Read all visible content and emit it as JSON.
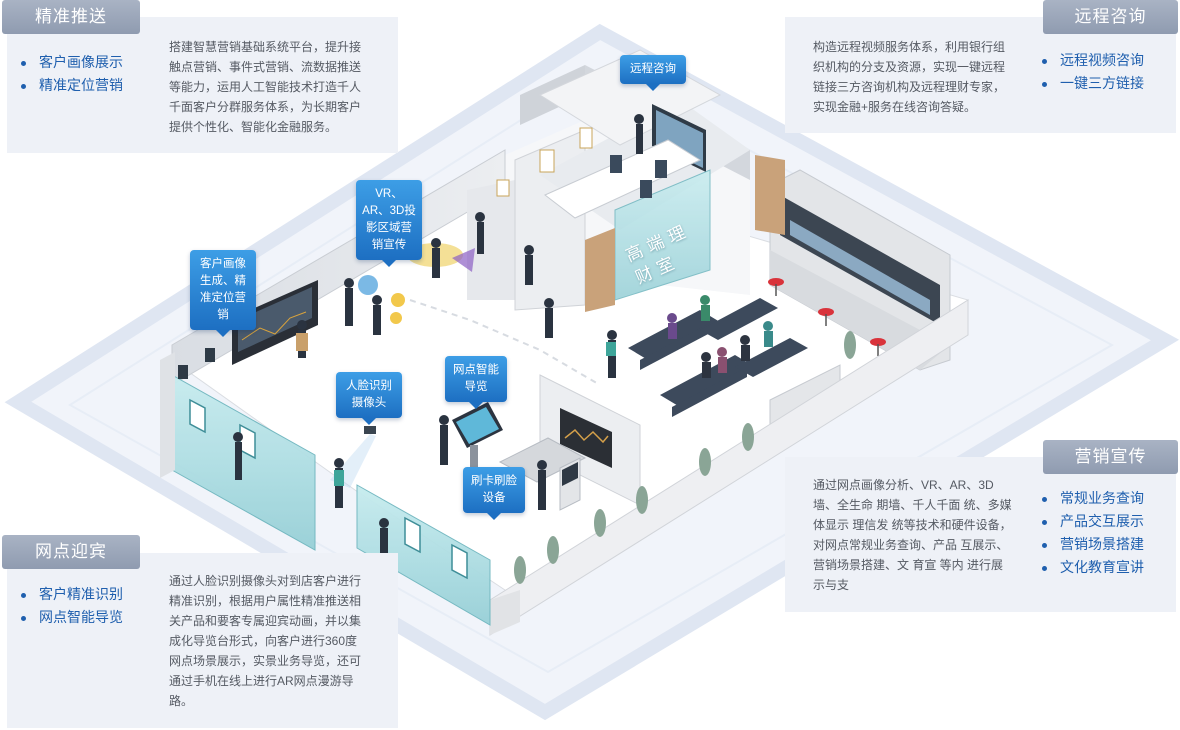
{
  "panels": {
    "top_left": {
      "title": "精准推送",
      "items": [
        "客户画像展示",
        "精准定位营销"
      ],
      "description": "搭建智慧营销基础系统平台，提升接触点营销、事件式营销、流数据推送等能力，运用人工智能技术打造千人千面客户分群服务体系，为长期客户提供个性化、智能化金融服务。"
    },
    "top_right": {
      "title": "远程咨询",
      "items": [
        "远程视频咨询",
        "一键三方链接"
      ],
      "description": "构造远程视频服务体系，利用银行组织机构的分支及资源，实现一键远程链接三方咨询机构及远程理财专家，实现金融+服务在线咨询答疑。"
    },
    "bottom_left": {
      "title": "网点迎宾",
      "items": [
        "客户精准识别",
        "网点智能导览"
      ],
      "description": "通过人脸识别摄像头对到店客户进行精准识别，根据用户属性精准推送相关产品和要客专属迎宾动画，并以集成化导览台形式，向客户进行360度网点场景展示，实景业务导览，还可通过手机在线上进行AR网点漫游导路。"
    },
    "bottom_right": {
      "title": "营销宣传",
      "items": [
        "常规业务查询",
        "产品交互展示",
        "营销场景搭建",
        "文化教育宣讲"
      ],
      "description": "通过网点画像分析、VR、AR、3D墙、全生命 期墙、千人千面 统、多媒体显示 理信发 统等技术和硬件设备，对网点常规业务查询、产品 互展示、营销场景搭建、文 育宣 等内 进行展示与支"
    }
  },
  "callouts": {
    "remote": "远程咨询",
    "vr": "VR、AR、3D投影区域营销宣传",
    "portrait": "客户画像生成、精准定位营销",
    "face": "人脸识别摄像头",
    "guide": "网点智能导览",
    "card": "刷卡刷脸设备"
  },
  "room_label": "高端理财室",
  "colors": {
    "tab_bg": "#9aa5b8",
    "panel_bg": "#eef1f7",
    "accent_blue": "#1f5fae",
    "callout_blue": "#2b86d6",
    "wall_glass": "#a8dbe0"
  }
}
